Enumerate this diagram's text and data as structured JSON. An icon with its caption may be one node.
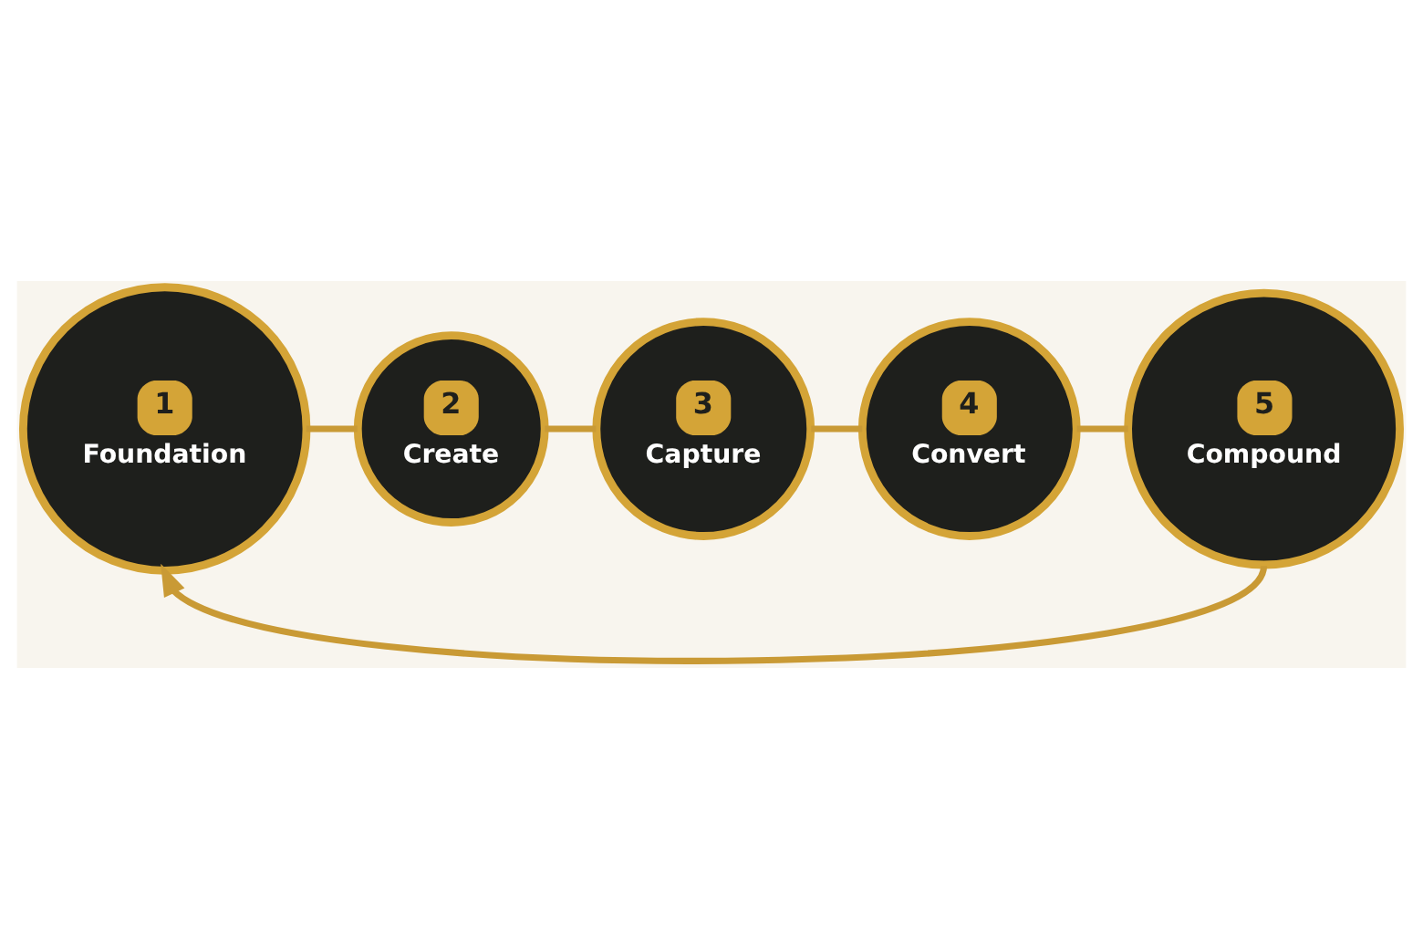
{
  "diagram": {
    "nodes": [
      {
        "text": [
          "1",
          "Foundation"
        ]
      },
      {
        "text": [
          "2",
          "Create"
        ]
      },
      {
        "text": [
          "3",
          "Capture"
        ]
      },
      {
        "text": [
          "4",
          "Convert"
        ]
      },
      {
        "text": [
          "5",
          "Compound"
        ]
      }
    ],
    "edges": [
      {
        "from": 0,
        "to": 1,
        "arrow": "none"
      },
      {
        "from": 1,
        "to": 2,
        "arrow": "none"
      },
      {
        "from": 2,
        "to": 3,
        "arrow": "none"
      },
      {
        "from": 3,
        "to": 4,
        "arrow": "none"
      },
      {
        "from": 4,
        "to": 0,
        "arrow": "to"
      }
    ]
  }
}
